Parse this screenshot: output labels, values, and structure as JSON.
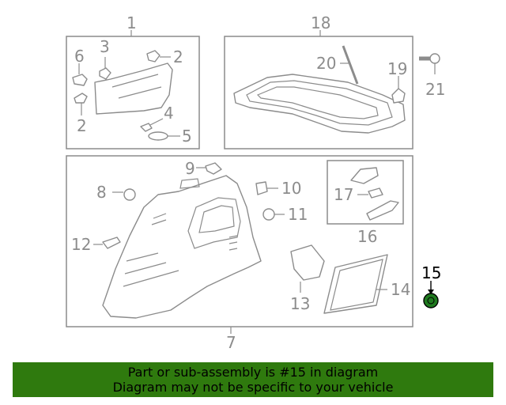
{
  "callouts": {
    "c1": "1",
    "c2a": "2",
    "c2b": "2",
    "c3": "3",
    "c4": "4",
    "c5": "5",
    "c6": "6",
    "c7": "7",
    "c8": "8",
    "c9": "9",
    "c10": "10",
    "c11": "11",
    "c12": "12",
    "c13": "13",
    "c14": "14",
    "c15": "15",
    "c16": "16",
    "c17": "17",
    "c18": "18",
    "c19": "19",
    "c20": "20",
    "c21": "21"
  },
  "highlight": {
    "part_number": "15",
    "color": "#1f7a1f"
  },
  "banner": {
    "line1": "Part or sub-assembly is #15 in diagram",
    "line2": "Diagram may not be specific to your vehicle",
    "background": "#2f7a0e"
  }
}
